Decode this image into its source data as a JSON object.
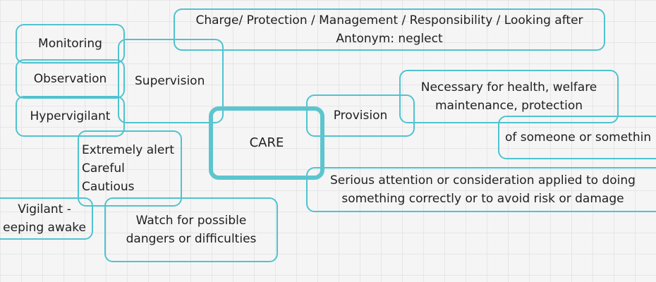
{
  "center": "CARE",
  "supervision": "Supervision",
  "monitoring": "Monitoring",
  "observation": "Observation",
  "hypervigilant": "Hypervigilant",
  "charge_line1": "Charge/ Protection / Management / Responsibility / Looking after",
  "charge_line2": "Antonym: neglect",
  "provision": "Provision",
  "necessary_line1": "Necessary for health, welfare",
  "necessary_line2": "maintenance, protection",
  "of_someone": "of someone or somethin",
  "serious_line1": "Serious attention or consideration applied to doing",
  "serious_line2": "something correctly or to avoid risk or damage",
  "alert_line1": "Extremely alert",
  "alert_line2": "Careful",
  "alert_line3": "Cautious",
  "vigilant_line1": "Vigilant -",
  "vigilant_line2": "eeping awake",
  "watch_line1": "Watch for possible",
  "watch_line2": "dangers or difficulties"
}
